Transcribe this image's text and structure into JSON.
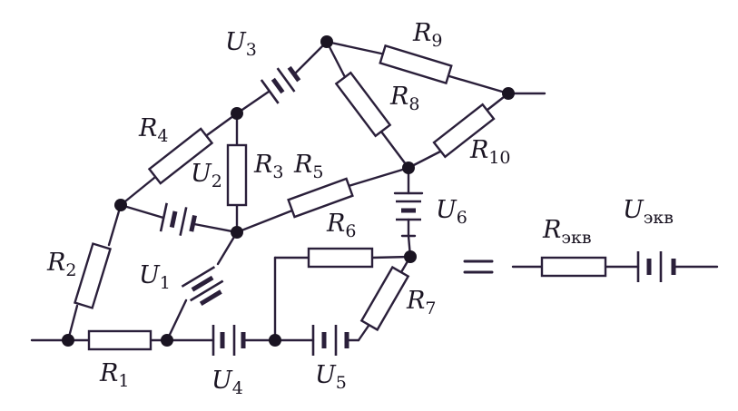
{
  "labels": {
    "R1": {
      "main": "R",
      "sub": "1"
    },
    "R2": {
      "main": "R",
      "sub": "2"
    },
    "R3": {
      "main": "R",
      "sub": "3"
    },
    "R4": {
      "main": "R",
      "sub": "4"
    },
    "R5": {
      "main": "R",
      "sub": "5"
    },
    "R6": {
      "main": "R",
      "sub": "6"
    },
    "R7": {
      "main": "R",
      "sub": "7"
    },
    "R8": {
      "main": "R",
      "sub": "8"
    },
    "R9": {
      "main": "R",
      "sub": "9"
    },
    "R10": {
      "main": "R",
      "sub": "10"
    },
    "U1": {
      "main": "U",
      "sub": "1"
    },
    "U2": {
      "main": "U",
      "sub": "2"
    },
    "U3": {
      "main": "U",
      "sub": "3"
    },
    "U4": {
      "main": "U",
      "sub": "4"
    },
    "U5": {
      "main": "U",
      "sub": "5"
    },
    "U6": {
      "main": "U",
      "sub": "6"
    },
    "Rekv": {
      "main": "R",
      "sub": "экв"
    },
    "Uekv": {
      "main": "U",
      "sub": "экв"
    }
  },
  "equals": "="
}
